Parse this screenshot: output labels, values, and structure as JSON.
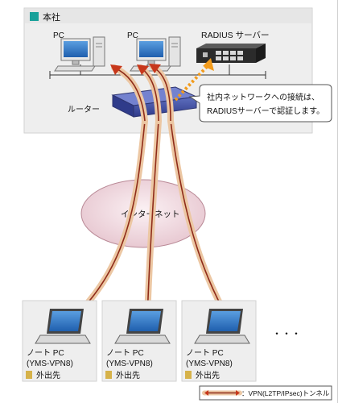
{
  "hq": {
    "title": "本社"
  },
  "devices": {
    "pc_left": "PC",
    "pc_right": "PC",
    "radius": "RADIUS サーバー",
    "router": "ルーター"
  },
  "callout": {
    "line1": "社内ネットワークへの接続は、",
    "line2": "RADIUSサーバーで認証します。"
  },
  "internet": "インターネット",
  "remote": [
    {
      "name": "ノート PC",
      "id": "(YMS-VPN8)",
      "place": "外出先"
    },
    {
      "name": "ノート PC",
      "id": "(YMS-VPN8)",
      "place": "外出先"
    },
    {
      "name": "ノート PC",
      "id": "(YMS-VPN8)",
      "place": "外出先"
    }
  ],
  "ellipsis": "・・・",
  "legend": {
    "label": "：VPN(L2TP/IPsec)トンネル"
  },
  "colors": {
    "tunnel_outer": "#ecc7a3",
    "tunnel_inner": "#8f2c1a",
    "arrow_head": "#c7371b",
    "callout_dots": "#f29b1c",
    "cloud": "#f3dde3"
  }
}
